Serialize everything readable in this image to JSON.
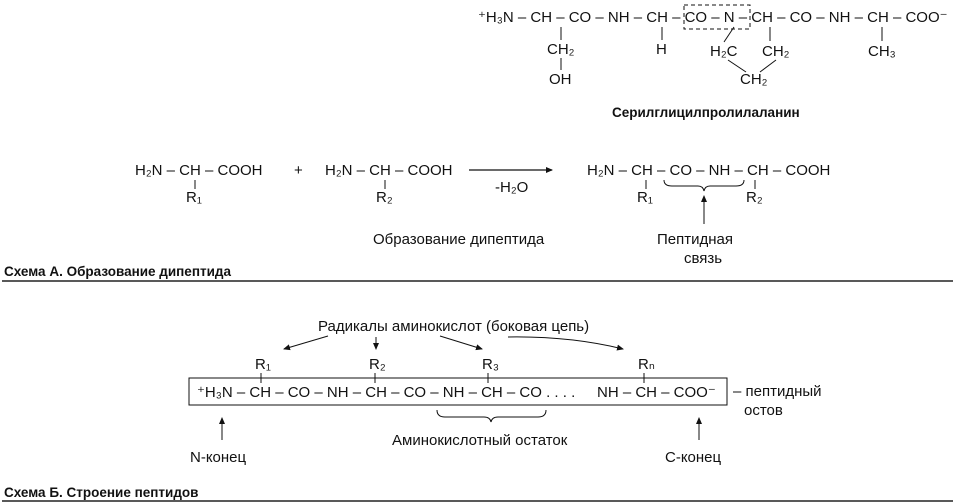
{
  "top": {
    "main_chain": "⁺H₃N – CH – CO – NH – CH – CO – N – CH – CO – NH – CH – COO⁻",
    "ch2_ser": "CH₂",
    "oh": "OH",
    "h": "H",
    "h2c": "H₂C",
    "ch2_pro_a": "CH₂",
    "ch2_pro_b": "CH₂",
    "ch3": "CH₃",
    "name": "Серилглицилпролилаланин"
  },
  "scheme_a": {
    "aa1": "H₂N – CH – COOH",
    "r1": "R₁",
    "plus": "+",
    "aa2": "H₂N – CH – COOH",
    "r2": "R₂",
    "minus_water": "-H₂O",
    "dipeptide": "H₂N – CH – CO – NH – CH – COOH",
    "prod_r1": "R₁",
    "prod_r2": "R₂",
    "caption": "Образование дипептида",
    "bond_line1": "Пептидная",
    "bond_line2": "связь",
    "title": "Схема А. Образование дипептида"
  },
  "scheme_b": {
    "radicals": "Радикалы аминокислот (боковая цепь)",
    "r1": "R₁",
    "r2": "R₂",
    "r3": "R₃",
    "rn": "Rₙ",
    "chain_left": "⁺H₃N – CH – CO – NH – CH – CO – NH – CH – CO . . . .",
    "chain_right": "NH – CH – COO⁻",
    "backbone_line1": "– пептидный",
    "backbone_line2": "остов",
    "residue": "Аминокислотный остаток",
    "n_end": "N-конец",
    "c_end": "С-конец",
    "title": "Схема Б. Строение пептидов"
  }
}
